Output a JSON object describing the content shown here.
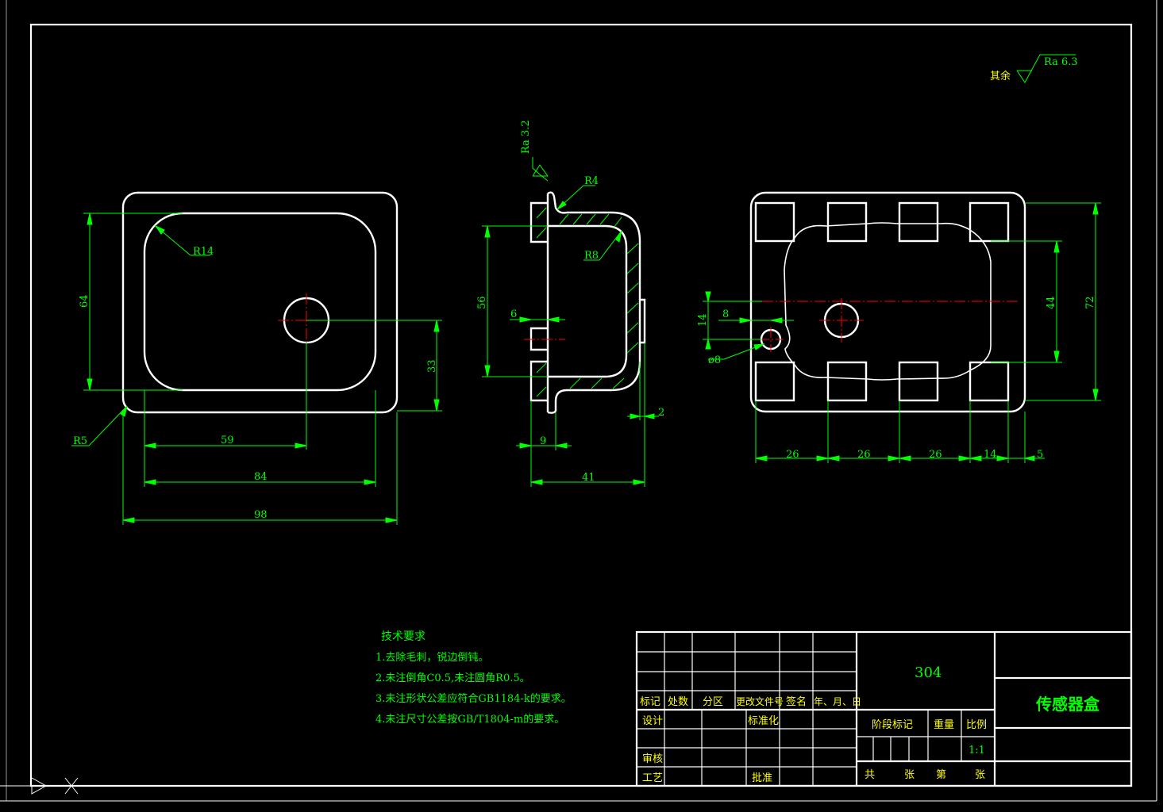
{
  "roughness": {
    "general_prefix": "其余",
    "general_value": "Ra 6.3",
    "side_value": "Ra 3.2"
  },
  "dimensions": {
    "front": {
      "r14": "R14",
      "d64": "64",
      "d33": "33",
      "d59": "59",
      "d84": "84",
      "d98": "98",
      "r5": "R5"
    },
    "side": {
      "r4": "R4",
      "r8": "R8",
      "d56": "56",
      "d6": "6",
      "d9": "9",
      "d41": "41",
      "d2": "2"
    },
    "bottom": {
      "d14": "14",
      "d8": "8",
      "dia8": "ø8",
      "d44": "44",
      "d72": "72",
      "d26a": "26",
      "d26b": "26",
      "d26c": "26",
      "d14b": "14",
      "d5": "5"
    }
  },
  "notes": {
    "title": "技术要求",
    "items": [
      "1.去除毛刺，锐边倒钝。",
      "2.未注倒角C0.5,未注圆角R0.5。",
      "3.未注形状公差应符合GB1184-k的要求。",
      "4.未注尺寸公差按GB/T1804-m的要求。"
    ]
  },
  "title_block": {
    "material": "304",
    "part_name": "传感器盒",
    "revision_headers": [
      "标记",
      "处数",
      "分区",
      "更改文件号",
      "签名",
      "年、月、日"
    ],
    "design": "设计",
    "standardization": "标准化",
    "review": "审核",
    "process": "工艺",
    "approve": "批准",
    "stage_mark": "阶段标记",
    "weight": "重量",
    "scale_label": "比例",
    "scale_value": "1:1",
    "sheet_total": "共",
    "sheet_unit1": "张",
    "sheet_no": "第",
    "sheet_unit2": "张"
  }
}
